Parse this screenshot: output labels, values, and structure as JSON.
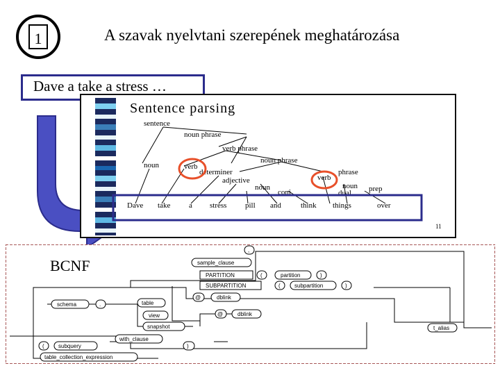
{
  "slide": {
    "number": "1",
    "title": "A szavak nyelvtani szerepének meghatározása",
    "example_sentence": "Dave a take a stress …",
    "bcnf_label": "BCNF"
  },
  "parse_figure": {
    "heading": "Sentence parsing",
    "nodes": [
      "sentence",
      "noun phrase",
      "verb phrase",
      "noun phrase",
      "noun",
      "verb",
      "determiner",
      "adjective",
      "noun",
      "conj",
      "verb",
      "noun",
      "prep",
      "phrase",
      "dual"
    ],
    "words": [
      "Dave",
      "take",
      "a",
      "stress",
      "pill",
      "and",
      "think",
      "things",
      "over"
    ],
    "page_number": "11"
  },
  "syntax_diagram": {
    "labels": [
      "sample_clause",
      "PARTITION",
      "SUBPARTITION",
      "(",
      "partition",
      ")",
      "(",
      "subpartition",
      ")",
      "@",
      "dblink",
      "schema",
      ".",
      "table",
      "view",
      "snapshot",
      "@",
      "dblink",
      "with_clause",
      "(",
      "subquery",
      ")",
      "table_collection_expression",
      "t_alias",
      ","
    ]
  },
  "colors": {
    "frame": "#2b2c8c",
    "arrow": "#4a4fc2",
    "highlight": "#e8502a"
  }
}
